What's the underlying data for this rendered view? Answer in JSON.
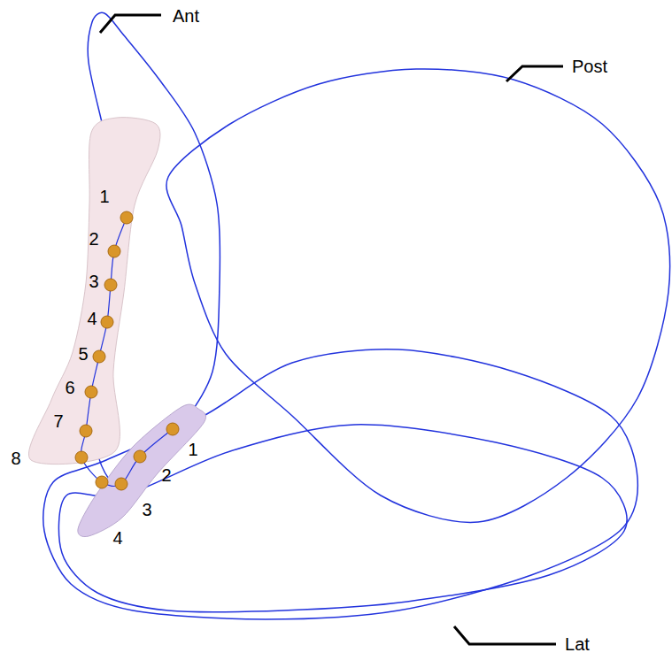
{
  "diagram": {
    "labels": [
      "Ant",
      "Post",
      "Lat",
      "1",
      "2",
      "3",
      "4",
      "5",
      "6",
      "7",
      "8",
      "1",
      "2",
      "3",
      "4"
    ]
  }
}
